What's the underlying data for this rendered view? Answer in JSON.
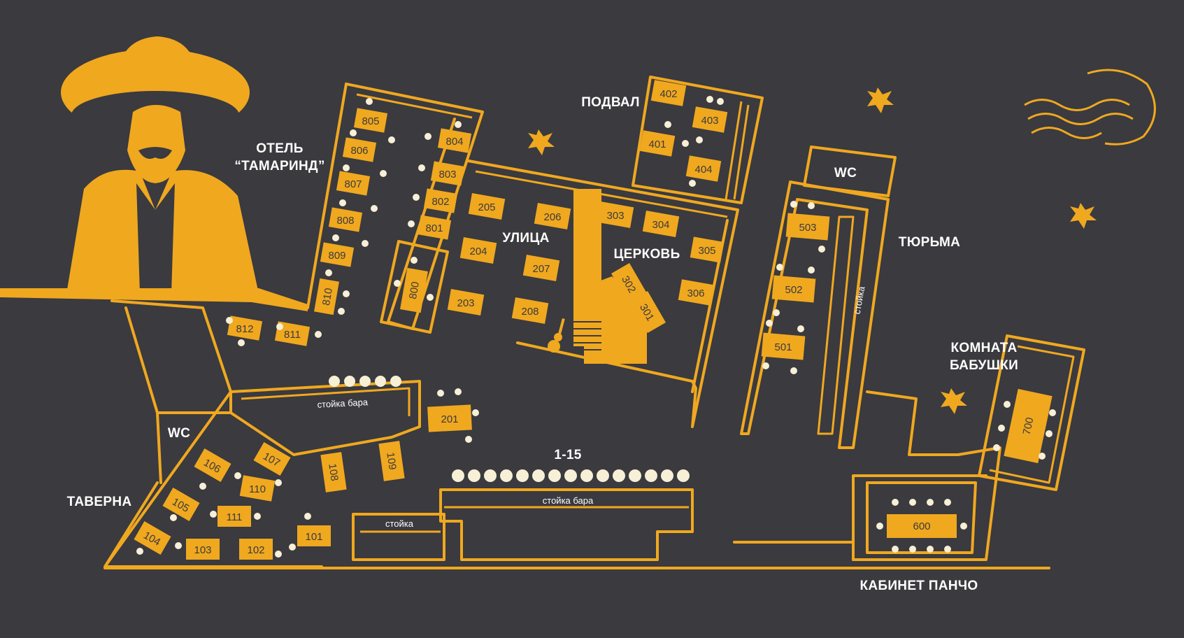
{
  "colors": {
    "background": "#3a3a3f",
    "accent": "#f0a81f",
    "seat": "#f7efd6",
    "text": "#ffffff"
  },
  "zones": {
    "hotel_line1": "ОТЕЛЬ",
    "hotel_line2": "“ТАМАРИНД”",
    "basement": "ПОДВАЛ",
    "street": "УЛИЦА",
    "church": "ЦЕРКОВЬ",
    "prison": "ТЮРЬМА",
    "grandma_line1": "КОМНАТА",
    "grandma_line2": "БАБУШКИ",
    "tavern": "ТАВЕРНА",
    "pancho": "КАБИНЕТ ПАНЧО",
    "wc_top": "WC",
    "wc_left": "WC",
    "bar_range": "1-15"
  },
  "counters": {
    "bar_upper": "стойка бара",
    "bar_lower": "стойка бара",
    "stand": "стойка",
    "prison_stand": "стойка"
  },
  "tables": {
    "t805": "805",
    "t806": "806",
    "t807": "807",
    "t808": "808",
    "t809": "809",
    "t810": "810",
    "t811": "811",
    "t812": "812",
    "t804": "804",
    "t803": "803",
    "t802": "802",
    "t801": "801",
    "t800": "800",
    "t402": "402",
    "t403": "403",
    "t401": "401",
    "t404": "404",
    "t205": "205",
    "t206": "206",
    "t204": "204",
    "t207": "207",
    "t203": "203",
    "t208": "208",
    "t303": "303",
    "t304": "304",
    "t305": "305",
    "t302": "302",
    "t301": "301",
    "t306": "306",
    "t503": "503",
    "t502": "502",
    "t501": "501",
    "t700": "700",
    "t600": "600",
    "t201": "201",
    "t108": "108",
    "t109": "109",
    "t106": "106",
    "t107": "107",
    "t110": "110",
    "t105": "105",
    "t111": "111",
    "t104": "104",
    "t103": "103",
    "t102": "102",
    "t101": "101"
  },
  "icons": {
    "mascot": "sombrero-man-illustration",
    "sun": "sun-icon",
    "bullet_holes": "bullet-hole-icon",
    "guitar": "guitar-icon"
  }
}
